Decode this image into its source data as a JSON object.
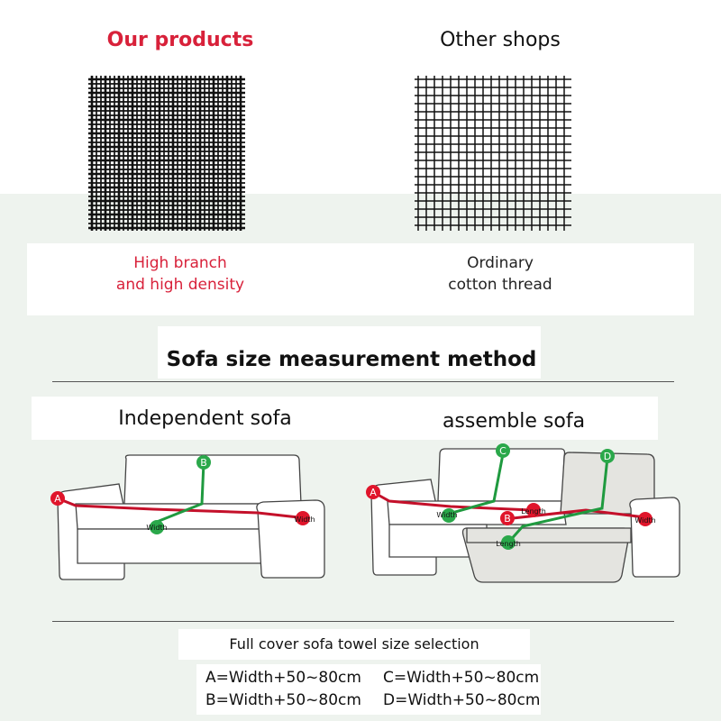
{
  "comparison": {
    "ours": {
      "title": "Our products",
      "caption_line1": "High branch",
      "caption_line2": "and high density"
    },
    "others": {
      "title": "Other shops",
      "caption_line1": "Ordinary",
      "caption_line2": "cotton thread"
    }
  },
  "measurement": {
    "title": "Sofa size measurement method",
    "independent": {
      "title": "Independent sofa",
      "markers": [
        "A",
        "B"
      ],
      "labels": {
        "width1": "Width",
        "width2": "Width"
      }
    },
    "assemble": {
      "title": "assemble sofa",
      "markers": [
        "A",
        "B",
        "C",
        "D"
      ],
      "labels": {
        "width1": "Width",
        "length1": "Length",
        "length2": "Length",
        "width2": "Width"
      }
    }
  },
  "size_selection": {
    "title": "Full cover sofa towel size selection",
    "formulas": [
      "A=Width+50~80cm",
      "C=Width+50~80cm",
      "B=Width+50~80cm",
      "D=Width+50~80cm"
    ]
  },
  "colors": {
    "accent_red": "#d8213a",
    "marker_red": "#e0152b",
    "marker_green": "#2aa84a",
    "measure_line_red": "#c4102a",
    "measure_line_green": "#1f9a3f"
  }
}
